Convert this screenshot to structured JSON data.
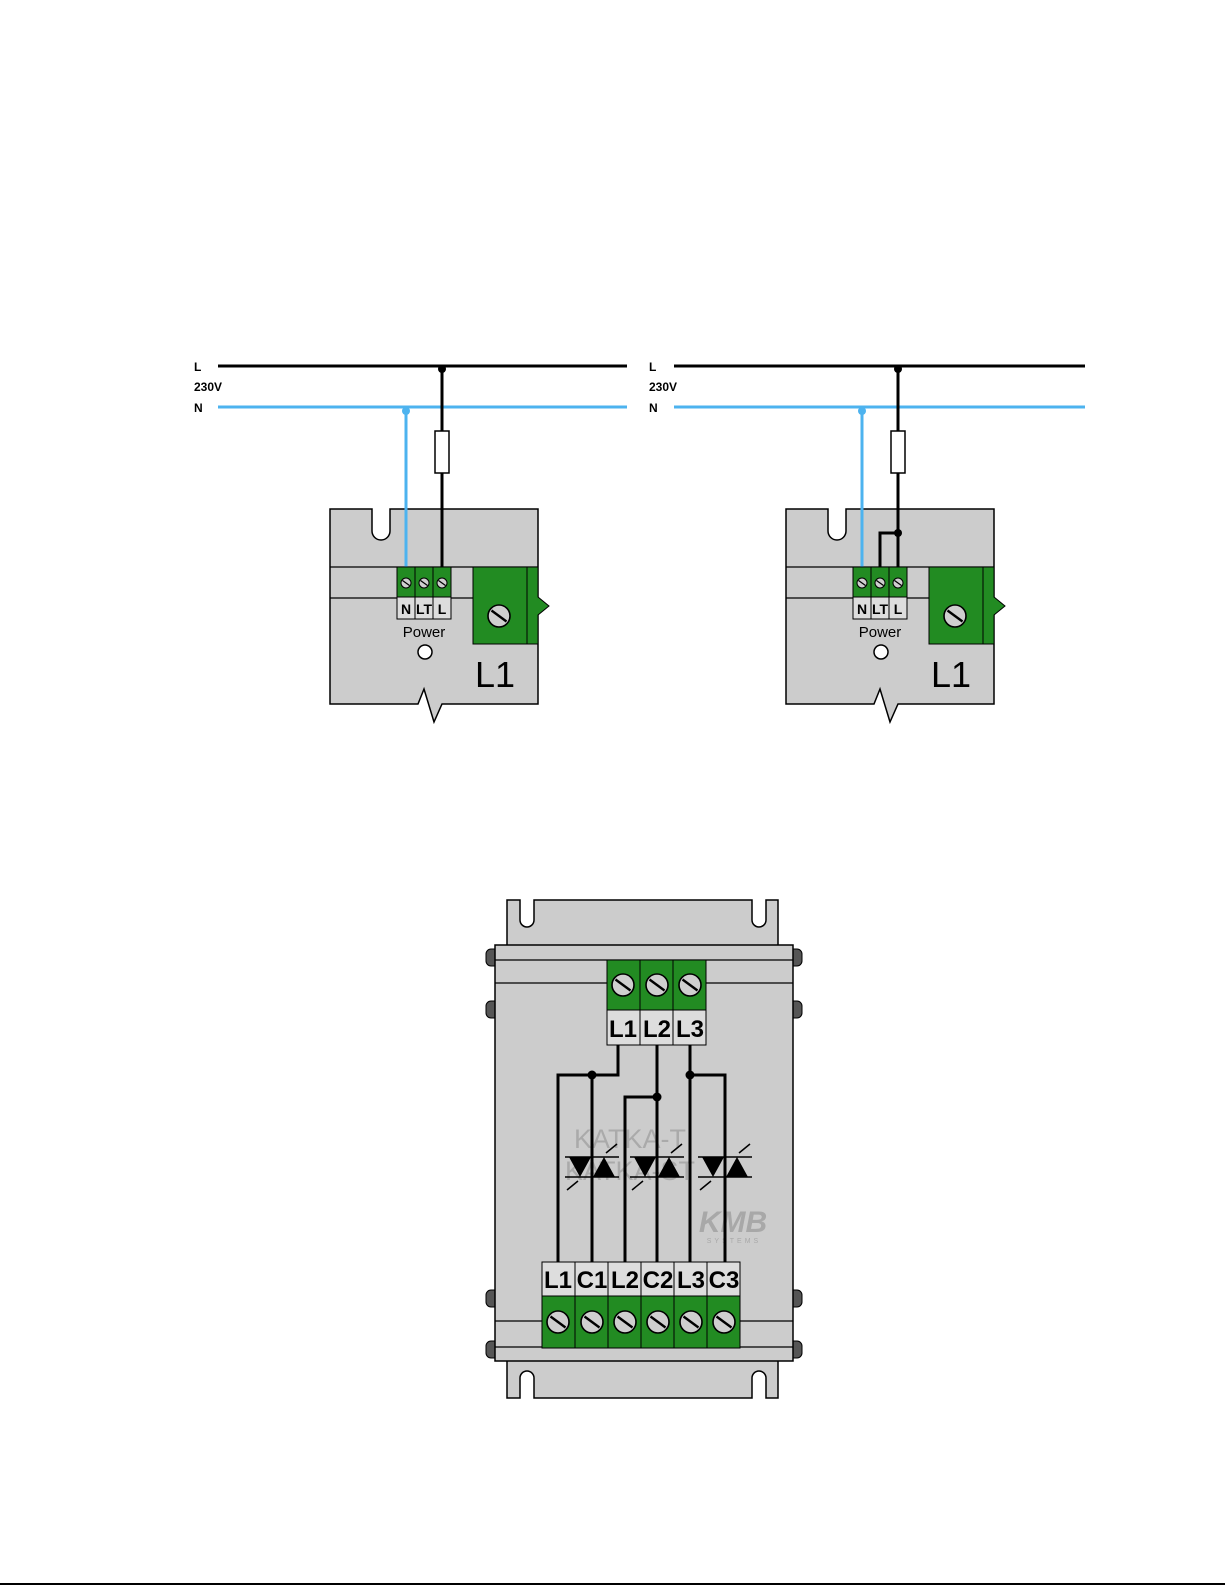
{
  "colors": {
    "neutral_wire": "#4db3ef",
    "live_wire": "#000000",
    "terminal_green": "#228b22",
    "housing_grey": "#cccccc"
  },
  "left_diagram": {
    "line_L": "L",
    "voltage": "230V",
    "line_N": "N",
    "terminals": [
      "N",
      "LT",
      "L"
    ],
    "power_label": "Power",
    "phase_label": "L1"
  },
  "right_diagram": {
    "line_L": "L",
    "voltage": "230V",
    "line_N": "N",
    "terminals": [
      "N",
      "LT",
      "L"
    ],
    "power_label": "Power",
    "phase_label": "L1"
  },
  "module": {
    "top_terminals": [
      "L1",
      "L2",
      "L3"
    ],
    "bottom_terminals": [
      "L1",
      "C1",
      "L2",
      "C2",
      "L3",
      "C3"
    ],
    "watermark_line1": "KATKA-T",
    "watermark_line2": "KATKA-ST",
    "logo": "KMB",
    "logo_sub": "SYSTEMS"
  }
}
